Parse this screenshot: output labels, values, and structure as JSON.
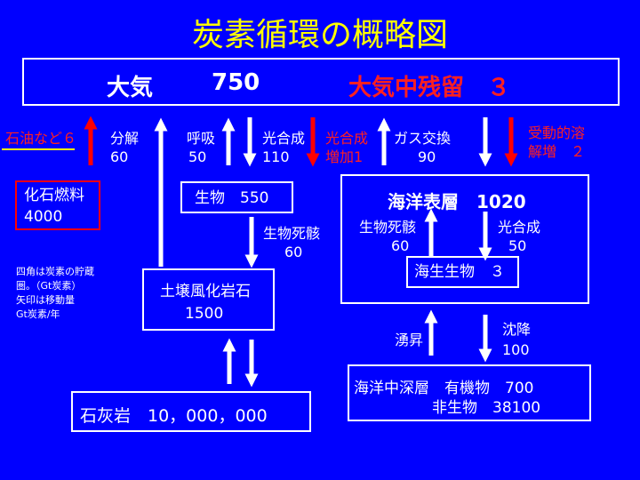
{
  "title": "炭素循環の概略図",
  "atmosphere": {
    "name": "大気",
    "value": "750",
    "residual": "大気中残留　３"
  },
  "flows": {
    "oil": "石油など６",
    "decomp_label": "分解",
    "decomp_value": "60",
    "resp_label": "呼吸",
    "resp_value": "50",
    "photo_label": "光合成",
    "photo_value": "110",
    "photo_incr_label": "光合成",
    "photo_incr_value": "増加1",
    "gas_label": "ガス交換",
    "gas_value": "90",
    "passive_label": "受動的溶",
    "passive_value": "解増　２",
    "dead_label": "生物死骸",
    "dead_value": "60",
    "ocean_dead_label": "生物死骸",
    "ocean_dead_value": "60",
    "ocean_photo_label": "光合成",
    "ocean_photo_value": "50",
    "upwell_label": "湧昇",
    "sink_label": "沈降",
    "sink_value": "100"
  },
  "fossil": {
    "name": "化石燃料",
    "value": "4000"
  },
  "biota": "生物　550",
  "soil": {
    "name": "土壌風化岩石",
    "value": "1500"
  },
  "limestone": "石灰岩　10，000，000",
  "surface_ocean": "海洋表層　1020",
  "marine_biota": "海生生物　３",
  "deep_ocean": {
    "line1": "海洋中深層　有機物　700",
    "line2": "非生物　38100"
  },
  "note": [
    "四角は炭素の貯蔵",
    "圏。（Gt炭素）",
    "矢印は移動量",
    "Gt炭素/年"
  ],
  "colors": {
    "background": "#0000FF",
    "title": "#FFFF00",
    "accent": "#FF0000",
    "line": "#FFFFFF"
  }
}
